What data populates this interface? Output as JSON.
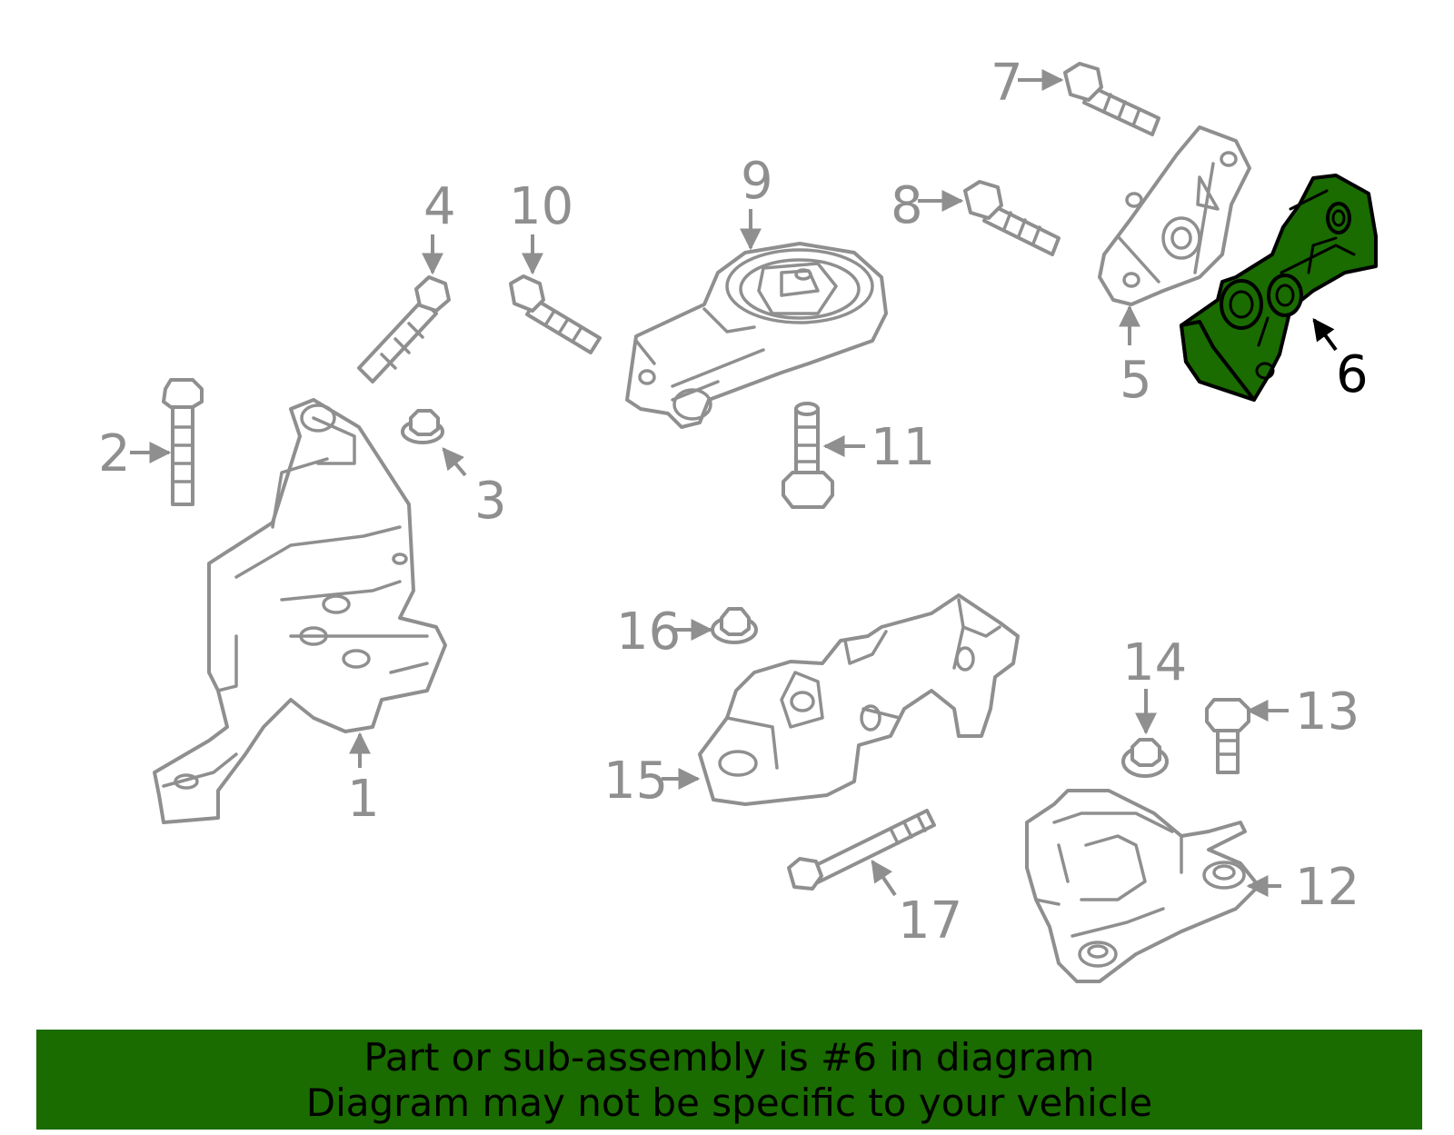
{
  "diagram": {
    "highlight_color": "#1a6b00",
    "line_color": "#8f8f8f",
    "highlighted_part": "6",
    "callouts": [
      "1",
      "2",
      "3",
      "4",
      "5",
      "6",
      "7",
      "8",
      "9",
      "10",
      "11",
      "12",
      "13",
      "14",
      "15",
      "16",
      "17"
    ]
  },
  "banner": {
    "line1": "Part or sub-assembly is #6 in diagram",
    "line2": "Diagram may not be specific to your vehicle"
  }
}
